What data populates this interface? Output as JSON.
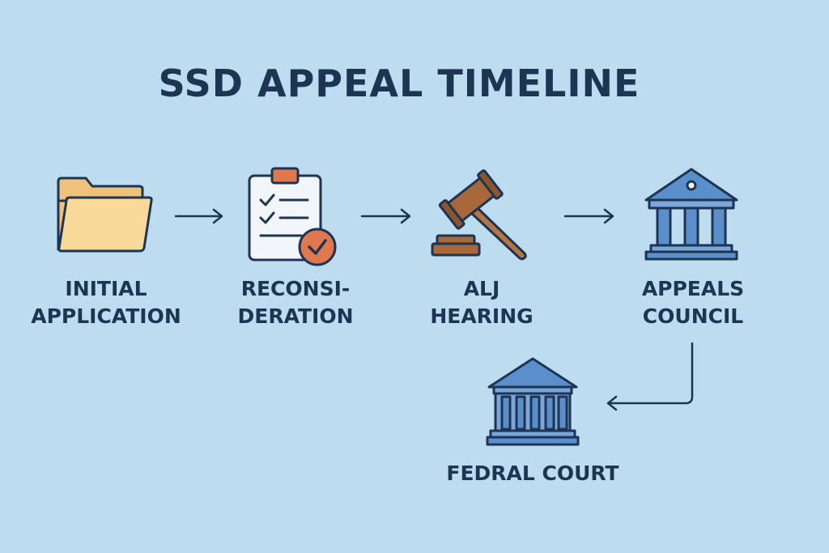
{
  "title": "SSD APPEAL TIMELINE",
  "steps": [
    {
      "icon": "folder-icon",
      "lines": [
        "INITIAL",
        "APPLICATION"
      ]
    },
    {
      "icon": "clipboard-check-icon",
      "lines": [
        "RECONSI-",
        "DERATION"
      ]
    },
    {
      "icon": "gavel-icon",
      "lines": [
        "ALJ",
        "HEARING"
      ]
    },
    {
      "icon": "courthouse-icon",
      "lines": [
        "APPEALS",
        "COUNCIL"
      ]
    },
    {
      "icon": "courthouse-icon",
      "lines": [
        "FEDRAL COURT"
      ]
    }
  ],
  "colors": {
    "background": "#bddcf0",
    "text": "#1d3553",
    "folder": "#f8d99a",
    "building": "#5b8fcc",
    "gavel": "#a8683a",
    "check_badge": "#e0784e"
  }
}
